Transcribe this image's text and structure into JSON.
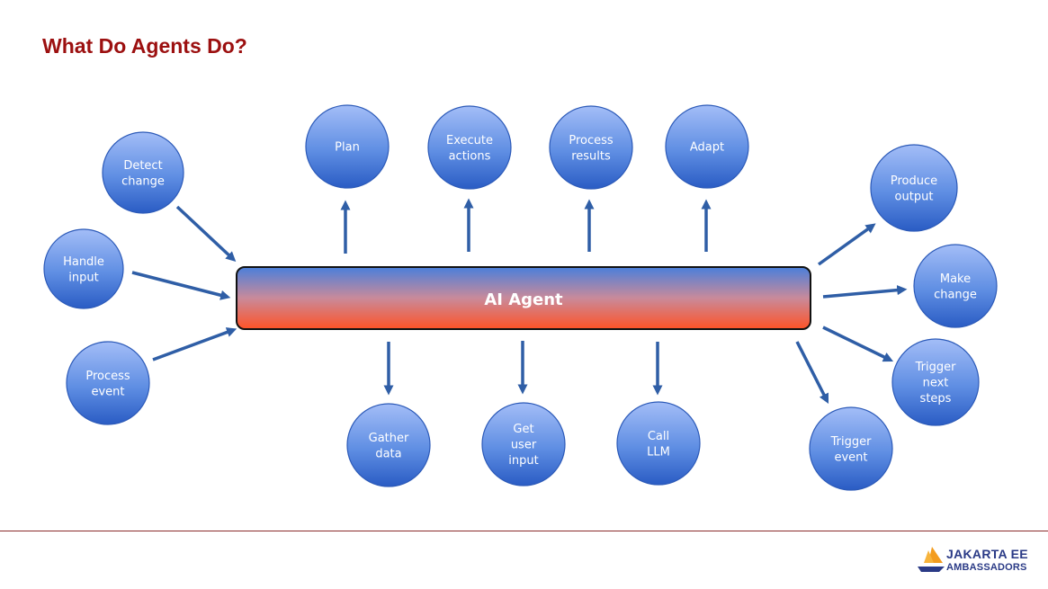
{
  "slide": {
    "title": "What Do Agents Do?"
  },
  "agent": {
    "label": "AI Agent"
  },
  "nodes": [
    {
      "id": "detect-change",
      "lines": [
        "Detect",
        "change"
      ]
    },
    {
      "id": "handle-input",
      "lines": [
        "Handle",
        "input"
      ]
    },
    {
      "id": "process-event",
      "lines": [
        "Process",
        "event"
      ]
    },
    {
      "id": "plan",
      "lines": [
        "Plan"
      ]
    },
    {
      "id": "execute-actions",
      "lines": [
        "Execute",
        "actions"
      ]
    },
    {
      "id": "process-results",
      "lines": [
        "Process",
        "results"
      ]
    },
    {
      "id": "adapt",
      "lines": [
        "Adapt"
      ]
    },
    {
      "id": "gather-data",
      "lines": [
        "Gather",
        "data"
      ]
    },
    {
      "id": "get-user-input",
      "lines": [
        "Get",
        "user",
        "input"
      ]
    },
    {
      "id": "call-llm",
      "lines": [
        "Call",
        "LLM"
      ]
    },
    {
      "id": "produce-output",
      "lines": [
        "Produce",
        "output"
      ]
    },
    {
      "id": "make-change",
      "lines": [
        "Make",
        "change"
      ]
    },
    {
      "id": "trigger-next-steps",
      "lines": [
        "Trigger",
        "next",
        "steps"
      ]
    },
    {
      "id": "trigger-event",
      "lines": [
        "Trigger",
        "event"
      ]
    }
  ],
  "logo": {
    "line1": "JAKARTA EE",
    "line2": "AMBASSADORS"
  },
  "colors": {
    "title": "#9c1010",
    "node_top": "#9cb7f5",
    "node_bottom": "#2f62c8",
    "agent_top": "#4a7fdb",
    "agent_bottom": "#ff5a2a",
    "arrow": "#2f5ea6"
  }
}
